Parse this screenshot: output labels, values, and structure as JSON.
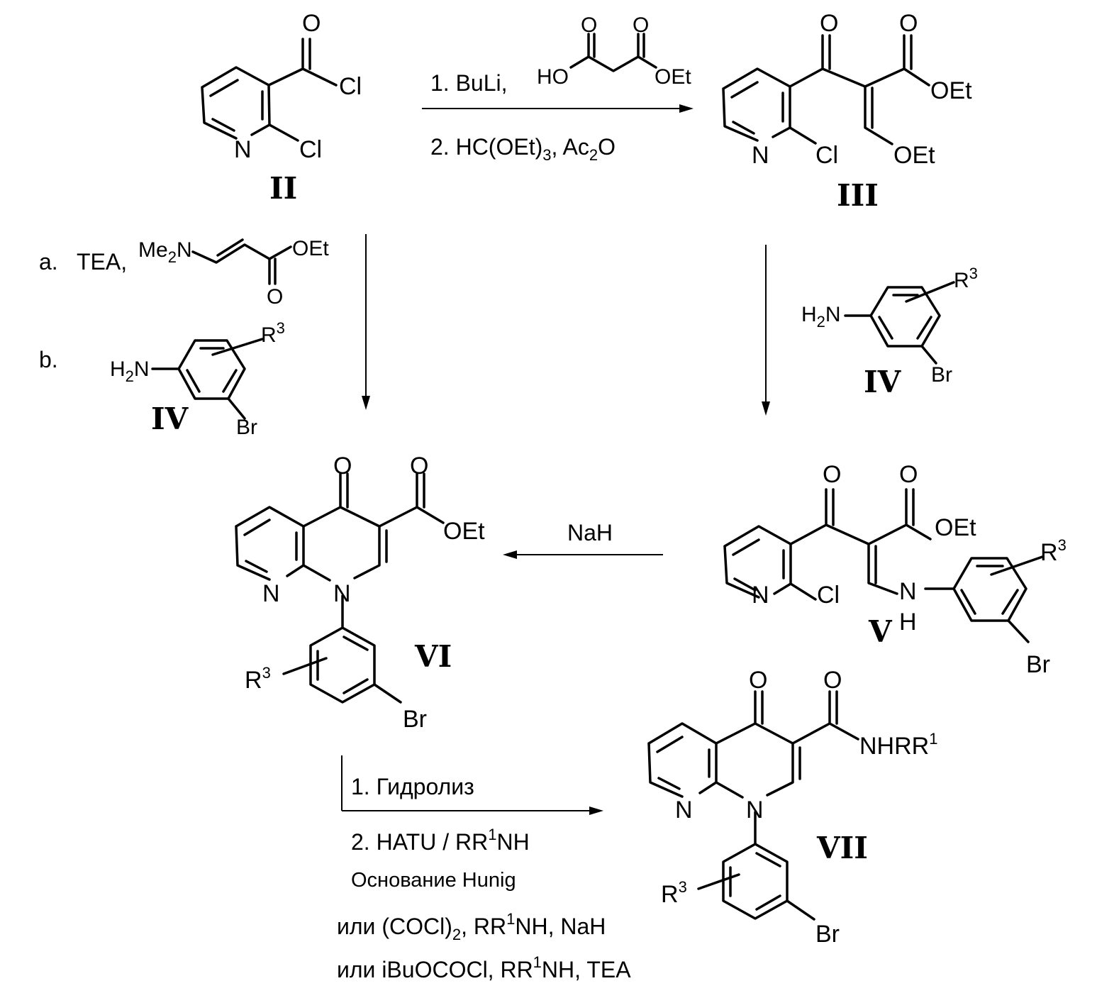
{
  "compounds": {
    "II": "II",
    "III": "III",
    "IV_left": "IV",
    "IV_right": "IV",
    "V": "V",
    "VI": "VI",
    "VII": "VII"
  },
  "atoms": {
    "O": "O",
    "Cl": "Cl",
    "N": "N",
    "OEt": "OEt",
    "HO": "HO",
    "H2N_H": "H",
    "H2N_2": "2",
    "H2N_N": "N",
    "Br": "Br",
    "R": "R",
    "sup3": "3",
    "H": "H",
    "NHRR": "NHRR",
    "sup1": "1",
    "Me": "Me",
    "Me2": "2",
    "MeN": "N"
  },
  "conditions": {
    "top_1": "1. BuLi,",
    "top_2a": "2. HC(OEt)",
    "top_2_sub": "3",
    "top_2b": ", Ac",
    "top_2_sub2": "2",
    "top_2c": "O",
    "left_a": "a.",
    "left_a_tea": "TEA,",
    "left_b": "b.",
    "nah": "NaH",
    "bot_1": "1. Гидролиз",
    "bot_2a": "2. HATU / RR",
    "bot_2_sup": "1",
    "bot_2b": "NH",
    "bot_3": "Основание Hunig",
    "bot_4a": "или (COCl)",
    "bot_4_sub": "2",
    "bot_4b": ", RR",
    "bot_4_sup": "1",
    "bot_4c": "NH, NaH",
    "bot_5a": "или iBuOCOCl, RR",
    "bot_5_sup": "1",
    "bot_5b": "NH, TEA"
  }
}
